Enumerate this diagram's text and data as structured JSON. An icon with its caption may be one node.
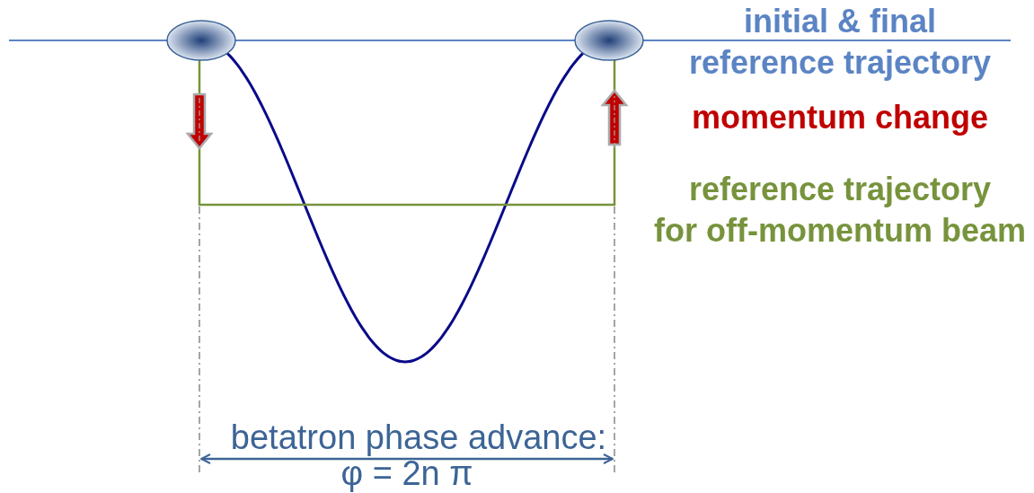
{
  "diagram": {
    "nodes": [
      {
        "text": [],
        "shape": "ellipse"
      },
      {
        "text": [],
        "shape": "ellipse"
      }
    ],
    "edges": [
      {
        "from": 0,
        "to": 1,
        "arrow": "none",
        "color": "#0a0a8a"
      },
      {
        "from": 0,
        "to": 1,
        "arrow": "none",
        "color": "#77933c"
      }
    ],
    "labels": [
      "initial & final reference trajectory",
      "momentum change",
      "reference trajectory for off-momentum beam",
      "betatron phase advance:",
      "φ = 2n π"
    ]
  }
}
